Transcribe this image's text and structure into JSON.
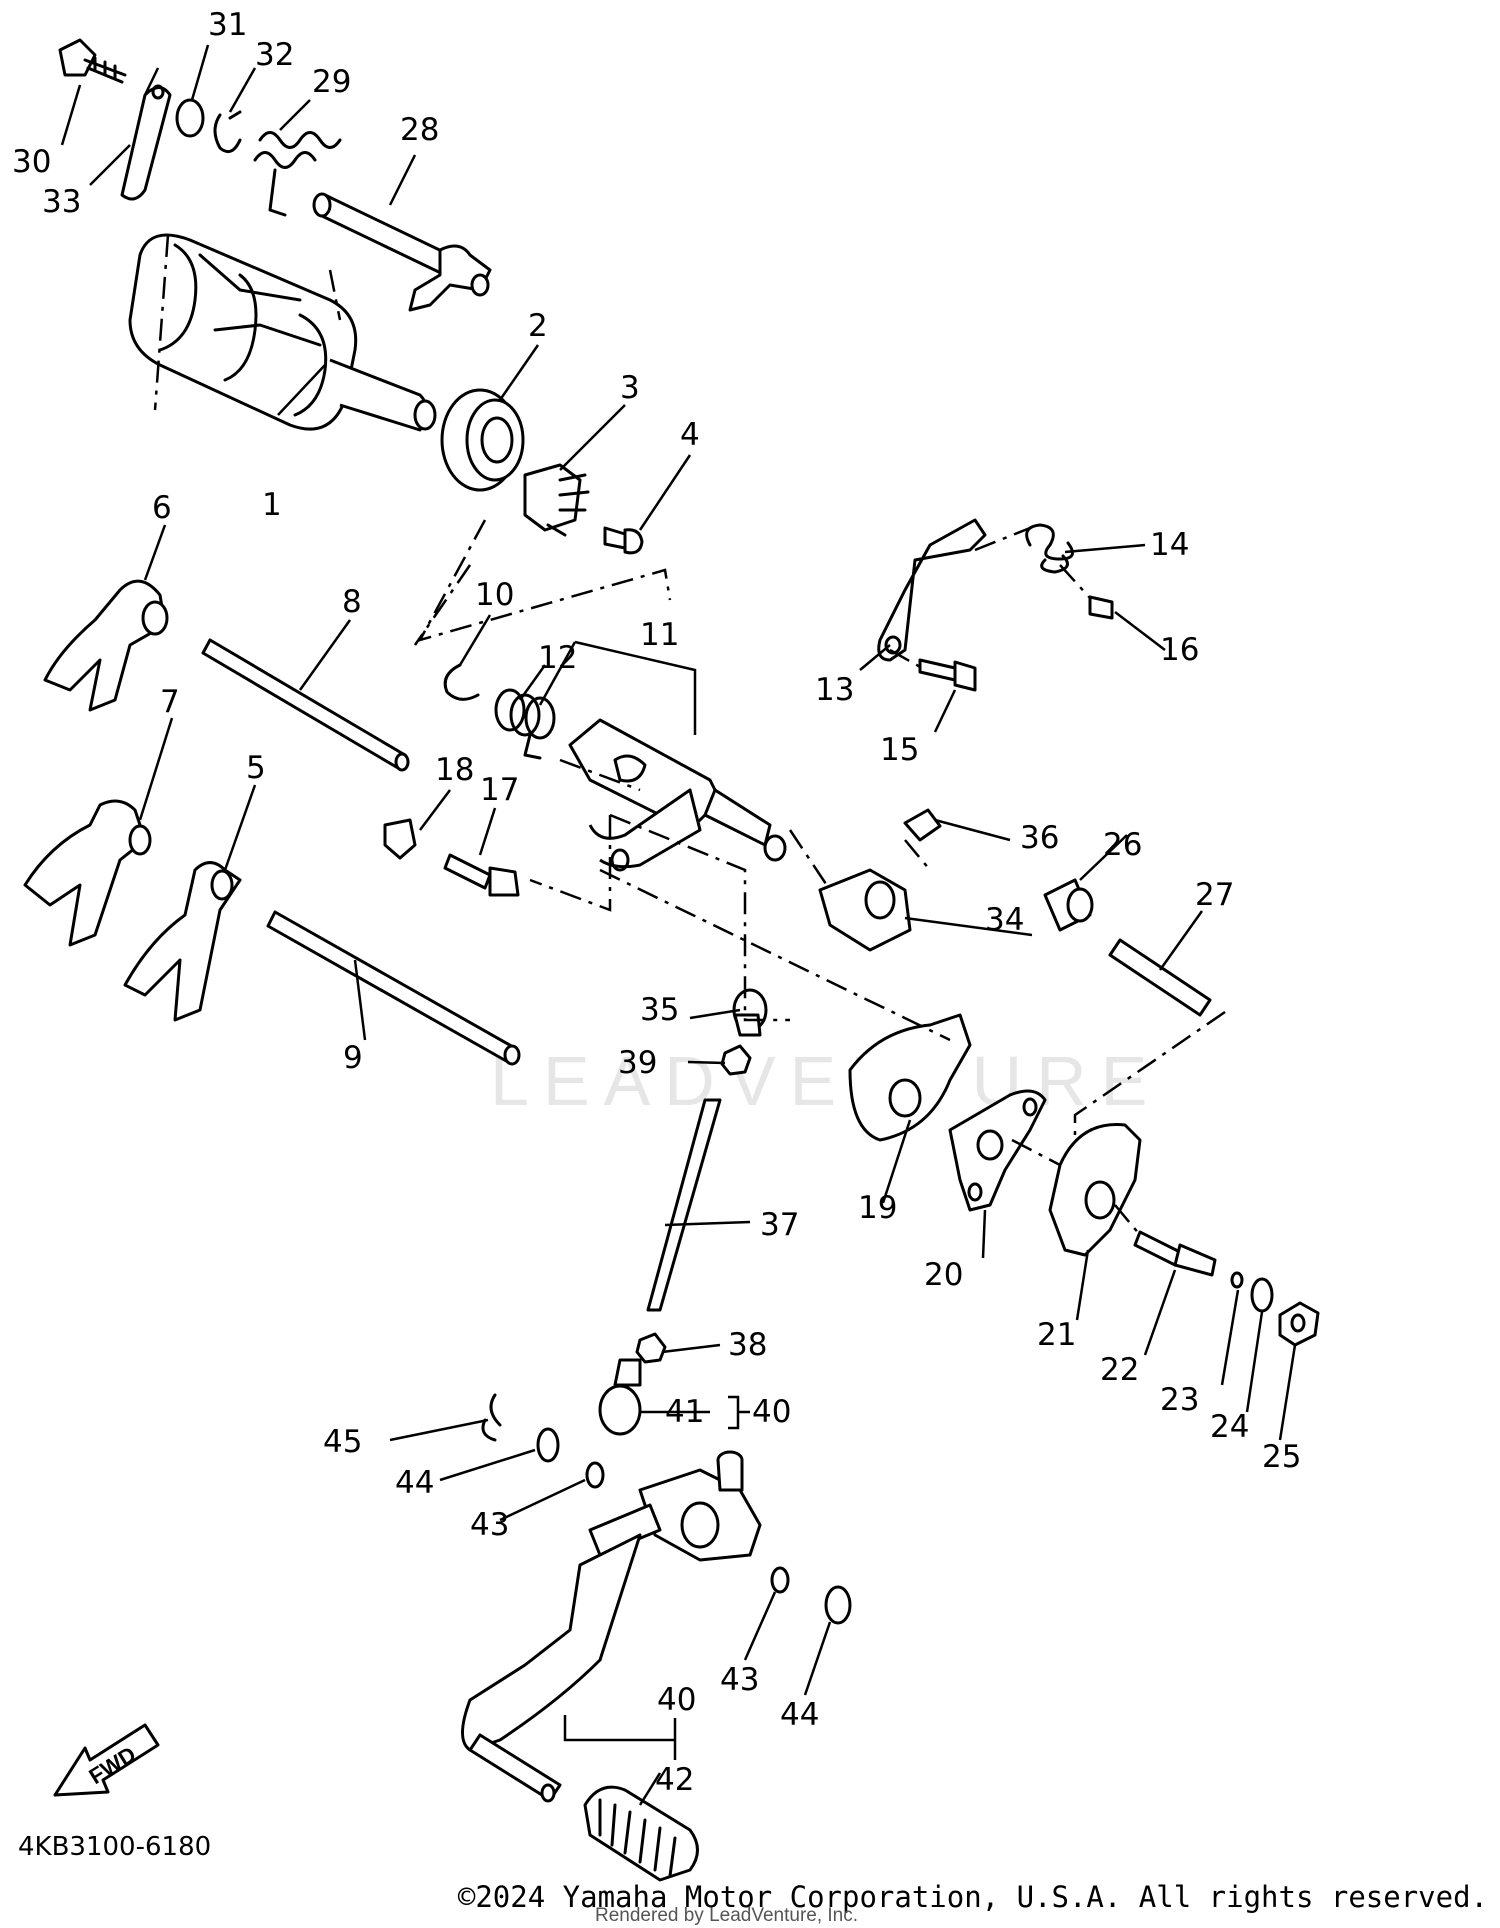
{
  "diagram": {
    "watermark": "LEADVENTURE",
    "fwd_label": "FWD",
    "diagram_code": "4KB3100-6180",
    "callouts": [
      "1",
      "2",
      "3",
      "4",
      "5",
      "6",
      "7",
      "8",
      "9",
      "10",
      "11",
      "12",
      "13",
      "14",
      "15",
      "16",
      "17",
      "18",
      "19",
      "20",
      "21",
      "22",
      "23",
      "24",
      "25",
      "26",
      "27",
      "28",
      "29",
      "30",
      "31",
      "32",
      "33",
      "34",
      "35",
      "36",
      "37",
      "38",
      "39",
      "40",
      "41",
      "42",
      "43",
      "44",
      "45"
    ],
    "callouts_repeated": {
      "forty_top": "40",
      "forty_bottom": "40",
      "forty_three_b": "43",
      "forty_four_b": "44"
    }
  },
  "footer": {
    "copyright": "©2024 Yamaha Motor Corporation, U.S.A. All rights reserved.",
    "rendered_by": "Rendered by LeadVenture, Inc."
  }
}
